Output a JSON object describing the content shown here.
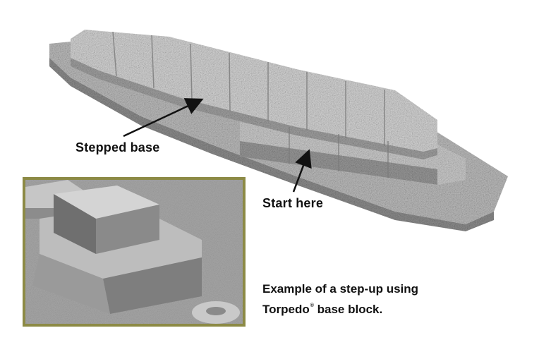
{
  "callouts": {
    "stepped_base": "Stepped base",
    "start_here": "Start here"
  },
  "caption": {
    "line1": "Example of a step-up using",
    "line2_brand": "Torpedo",
    "line2_mark": "®",
    "line2_rest": " base block."
  },
  "colors": {
    "frame_border": "#8c8a45",
    "text": "#111111",
    "granite_light": "#d8d8d8",
    "granite_dark": "#8f8f8f"
  },
  "icons": [
    "arrow-stepped-base-icon",
    "arrow-start-here-icon"
  ]
}
